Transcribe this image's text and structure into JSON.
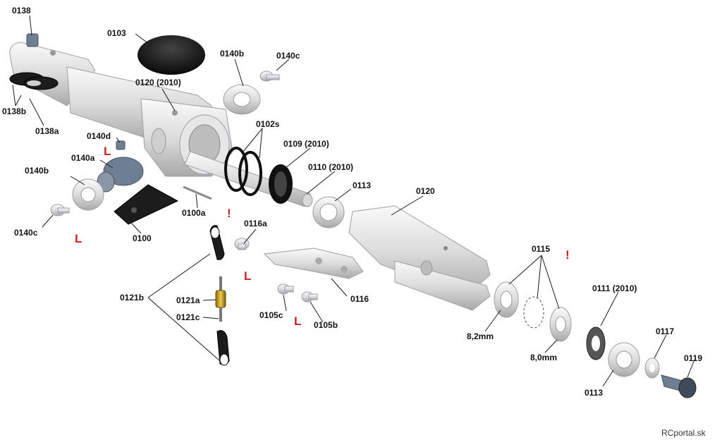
{
  "labels": {
    "l0138": "0138",
    "l0103": "0103",
    "l0140b_top": "0140b",
    "l0140c_top": "0140c",
    "l0120_2010": "0120 (2010)",
    "l0138b": "0138b",
    "l0138a": "0138a",
    "l0140d": "0140d",
    "l0140a": "0140a",
    "l0102s": "0102s",
    "l0109": "0109 (2010)",
    "l0110": "0110 (2010)",
    "l0140b_left": "0140b",
    "l0113_top": "0113",
    "l0120": "0120",
    "l0100a": "0100a",
    "l0140c_left": "0140c",
    "l0100": "0100",
    "l0116a": "0116a",
    "l0115": "0115",
    "l0121b": "0121b",
    "l0121a": "0121a",
    "l0121c": "0121c",
    "l0105c": "0105c",
    "l0116": "0116",
    "l0105b": "0105b",
    "l0111": "0111 (2010)",
    "l0117": "0117",
    "l0119": "0119",
    "l0113_bottom": "0113",
    "l82": "8,2mm",
    "l80": "8,0mm"
  },
  "marks": {
    "loctite": "L",
    "warning": "!"
  },
  "credit": "RCportal.sk"
}
